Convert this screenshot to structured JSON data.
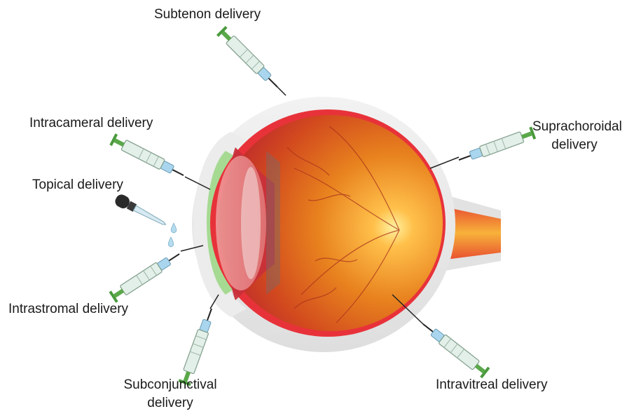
{
  "labels": {
    "subtenon": "Subtenon delivery",
    "intracameral": "Intracameral delivery",
    "topical": "Topical delivery",
    "intrastromal": "Intrastromal delivery",
    "subconjunctival_line1": "Subconjunctival",
    "subconjunctival_line2": "delivery",
    "suprachoroidal_line1": "Suprachoroidal",
    "suprachoroidal_line2": "delivery",
    "intravitreal": "Intravitreal delivery"
  },
  "colors": {
    "sclera": "#e6e6e6",
    "choroid_red": "#e8323a",
    "retina_orange": "#e07a1e",
    "optic_glow": "#ffd36b",
    "cornea_green": "#9fd88a",
    "plunger_green": "#5aa84a",
    "syringe_glass": "#d9e8e2",
    "needle_hub": "#a9d6ee"
  },
  "icons": {
    "syringe": "syringe-icon",
    "dropper": "eye-dropper-icon"
  }
}
